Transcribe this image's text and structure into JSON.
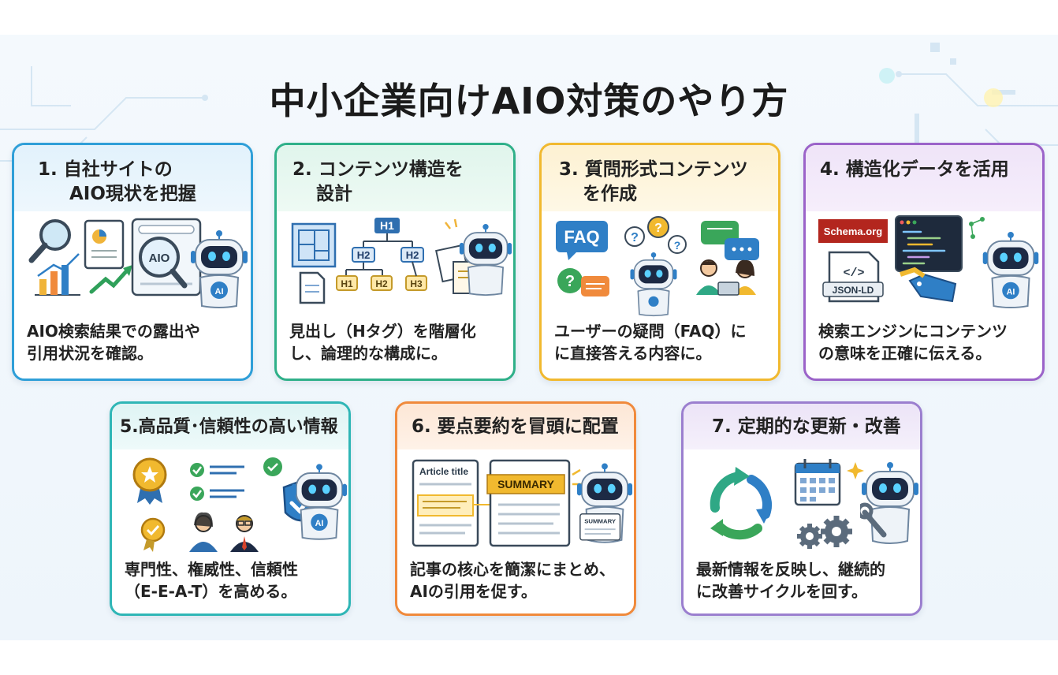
{
  "title": "中小企業向けAIO対策のやり方",
  "colors": {
    "card1": "#2f9fd8",
    "card2": "#2fb089",
    "card3": "#f1b92f",
    "card4": "#9b63c9",
    "card5": "#2fb6b6",
    "card6": "#f08a3c",
    "card7": "#9b7fcf"
  },
  "cards": [
    {
      "head": [
        "1. 自社サイトの",
        "AIO現状を把握"
      ],
      "desc": [
        "AIO検索結果での露出や",
        "引用状況を確認。"
      ],
      "labels": {
        "magnifier": "AIO",
        "robot": "AI"
      }
    },
    {
      "head": [
        "2. コンテンツ構造を",
        "設計"
      ],
      "desc": [
        "見出し（Hタグ）を階層化",
        "し、論理的な構成に。"
      ],
      "labels": {
        "h1": "H1",
        "h2a": "H2",
        "h2b": "H2",
        "h1b": "H1",
        "h2c": "H2",
        "h3": "H3"
      }
    },
    {
      "head": [
        "3. 質問形式コンテンツ",
        "を作成"
      ],
      "desc": [
        "ユーザーの疑問（FAQ）に",
        "に直接答える内容に。"
      ],
      "labels": {
        "faq": "FAQ",
        "q1": "?",
        "q2": "?",
        "q3": "?",
        "q4": "?"
      }
    },
    {
      "head": [
        "4. 構造化データを活用"
      ],
      "desc": [
        "検索エンジンにコンテンツ",
        "の意味を正確に伝える。"
      ],
      "labels": {
        "schema": "Schema.org",
        "code": "</>",
        "jsonld": "JSON-LD",
        "robot": "AI"
      }
    },
    {
      "head": [
        "5.高品質･信頼性の高い情報"
      ],
      "desc": [
        "専門性、権威性、信頼性",
        "（E-E-A-T）を高める。"
      ],
      "labels": {
        "robot": "AI"
      }
    },
    {
      "head": [
        "6. 要点要約を冒頭に配置"
      ],
      "desc": [
        "記事の核心を簡潔にまとめ、",
        "AIの引用を促す。"
      ],
      "labels": {
        "article": "Article title",
        "summary": "SUMMARY",
        "summary_small": "SUMMARY"
      }
    },
    {
      "head": [
        "7. 定期的な更新・改善"
      ],
      "desc": [
        "最新情報を反映し、継続的",
        "に改善サイクルを回す。"
      ],
      "labels": {}
    }
  ]
}
